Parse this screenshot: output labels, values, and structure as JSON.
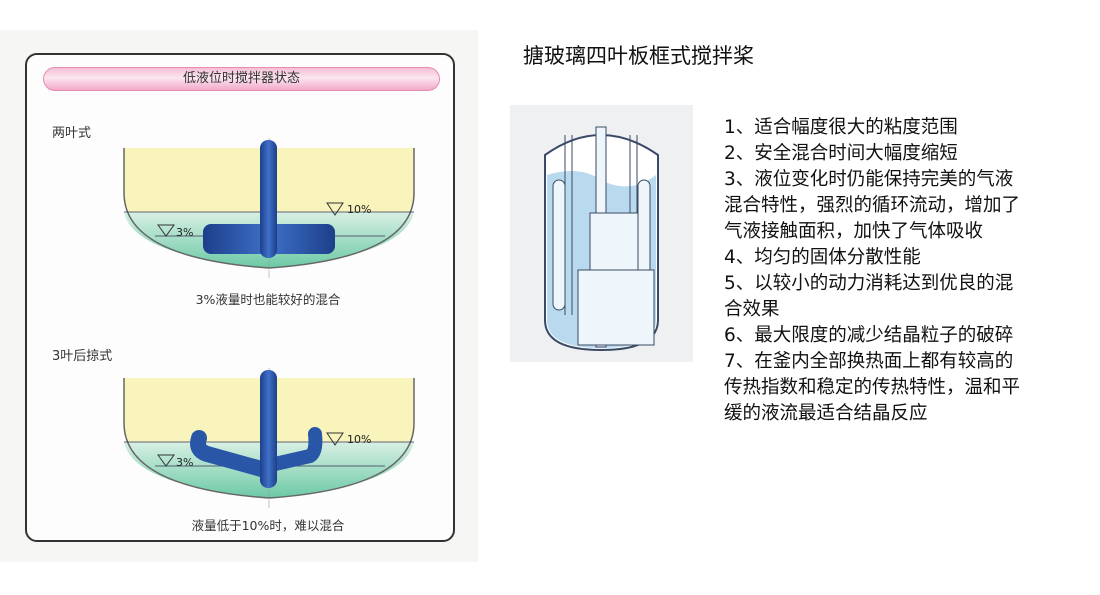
{
  "left_panel": {
    "title": "低液位时搅拌器状态",
    "sections": [
      {
        "label": "两叶式",
        "level_high": "10%",
        "level_low": "3%",
        "caption": "3%液量时也能较好的混合"
      },
      {
        "label": "3叶后掠式",
        "level_high": "10%",
        "level_low": "3%",
        "caption": "液量低于10%时，难以混合"
      }
    ]
  },
  "right_panel": {
    "title": "搪玻璃四叶板框式搅拌桨",
    "features": [
      "1、适合幅度很大的粘度范围",
      "2、安全混合时间大幅度缩短",
      "3、液位变化时仍能保持完美的气液",
      "混合特性，强烈的循环流动，增加了",
      "气液接触面积，加快了气体吸收",
      "4、均匀的固体分散性能",
      "5、以较小的动力消耗达到优良的混",
      "合效果",
      "6、最大限度的减少结晶粒子的破碎",
      "7、在釜内全部换热面上都有较高的",
      "传热指数和稳定的传热特性，温和平",
      "缓的液流最适合结晶反应"
    ]
  },
  "colors": {
    "liquid_yellow": "#f7f3b8",
    "liquid_green": "#8fd6b8",
    "impeller": "#2a56a8",
    "title_bar": "#f6bfd6"
  }
}
